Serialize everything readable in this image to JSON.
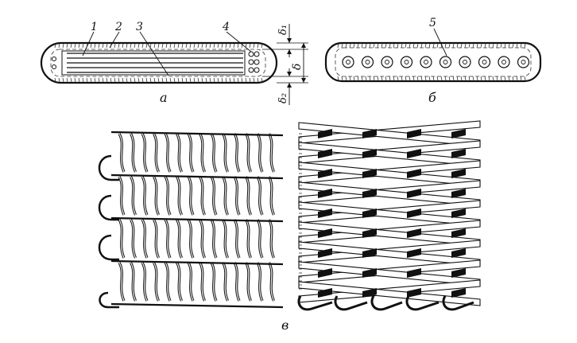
{
  "figure": {
    "part_labels": {
      "a": "а",
      "b": "б",
      "v": "в"
    },
    "callouts_a": [
      "1",
      "2",
      "3",
      "4"
    ],
    "callout_b": "5",
    "dimensions": {
      "delta": "δ",
      "delta1": "δ₁",
      "delta2": "δ₂"
    }
  }
}
